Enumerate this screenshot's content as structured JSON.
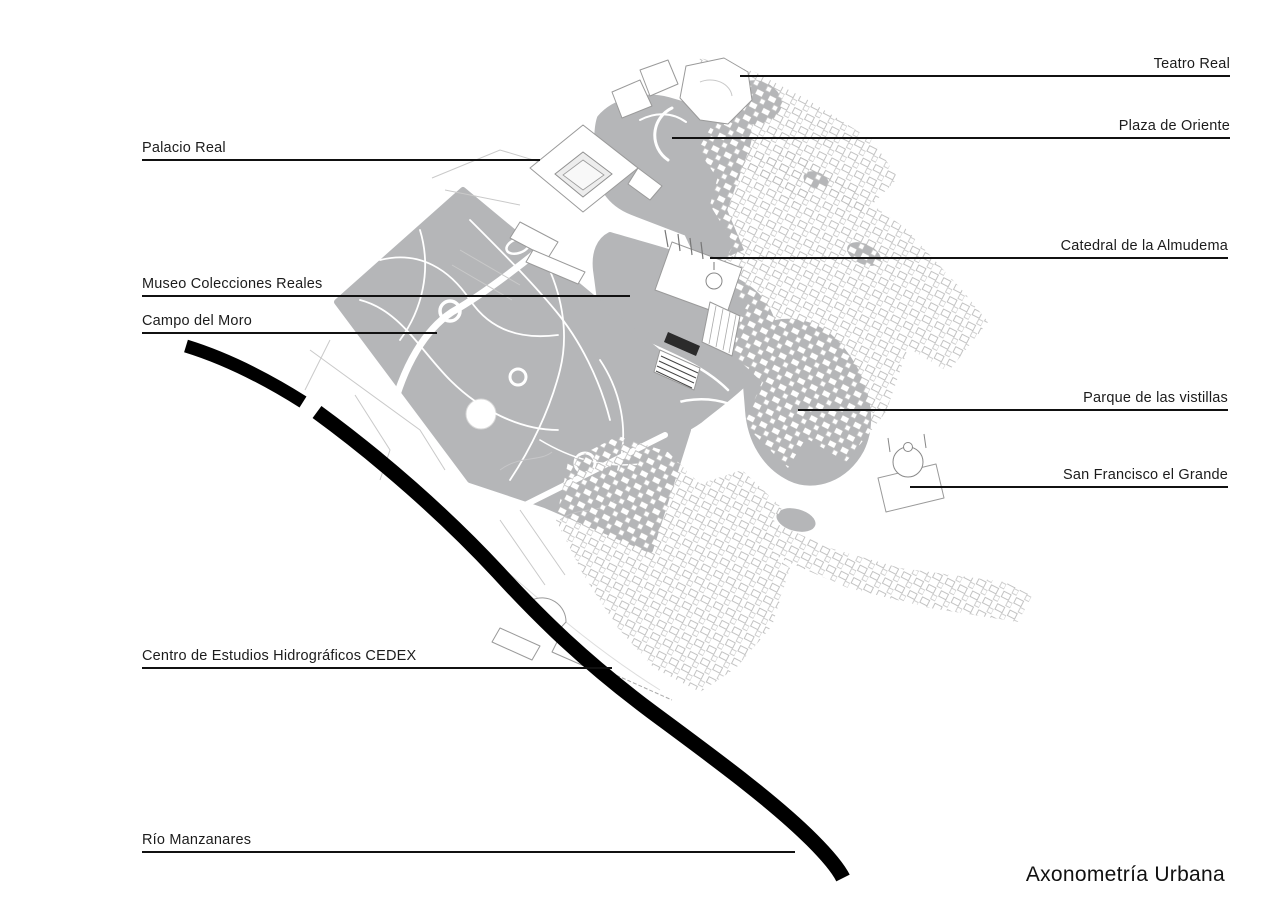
{
  "title": "Axonometría Urbana",
  "labels": {
    "teatro_real": "Teatro Real",
    "plaza_de_oriente": "Plaza de Oriente",
    "catedral": "Catedral de la Almudema",
    "parque_vistillas": "Parque de las vistillas",
    "san_francisco": "San Francisco el Grande",
    "palacio_real": "Palacio Real",
    "museo_colecciones": "Museo Colecciones Reales",
    "campo_del_moro": "Campo del Moro",
    "cedex": "Centro de Estudios Hidrográficos CEDEX",
    "rio_manzanares": "Río Manzanares"
  },
  "colors": {
    "background": "#ffffff",
    "area_gray": "#b5b6b8",
    "river_black": "#000000",
    "ink": "#1c1c1c",
    "building_outline": "#9a9a9a"
  }
}
